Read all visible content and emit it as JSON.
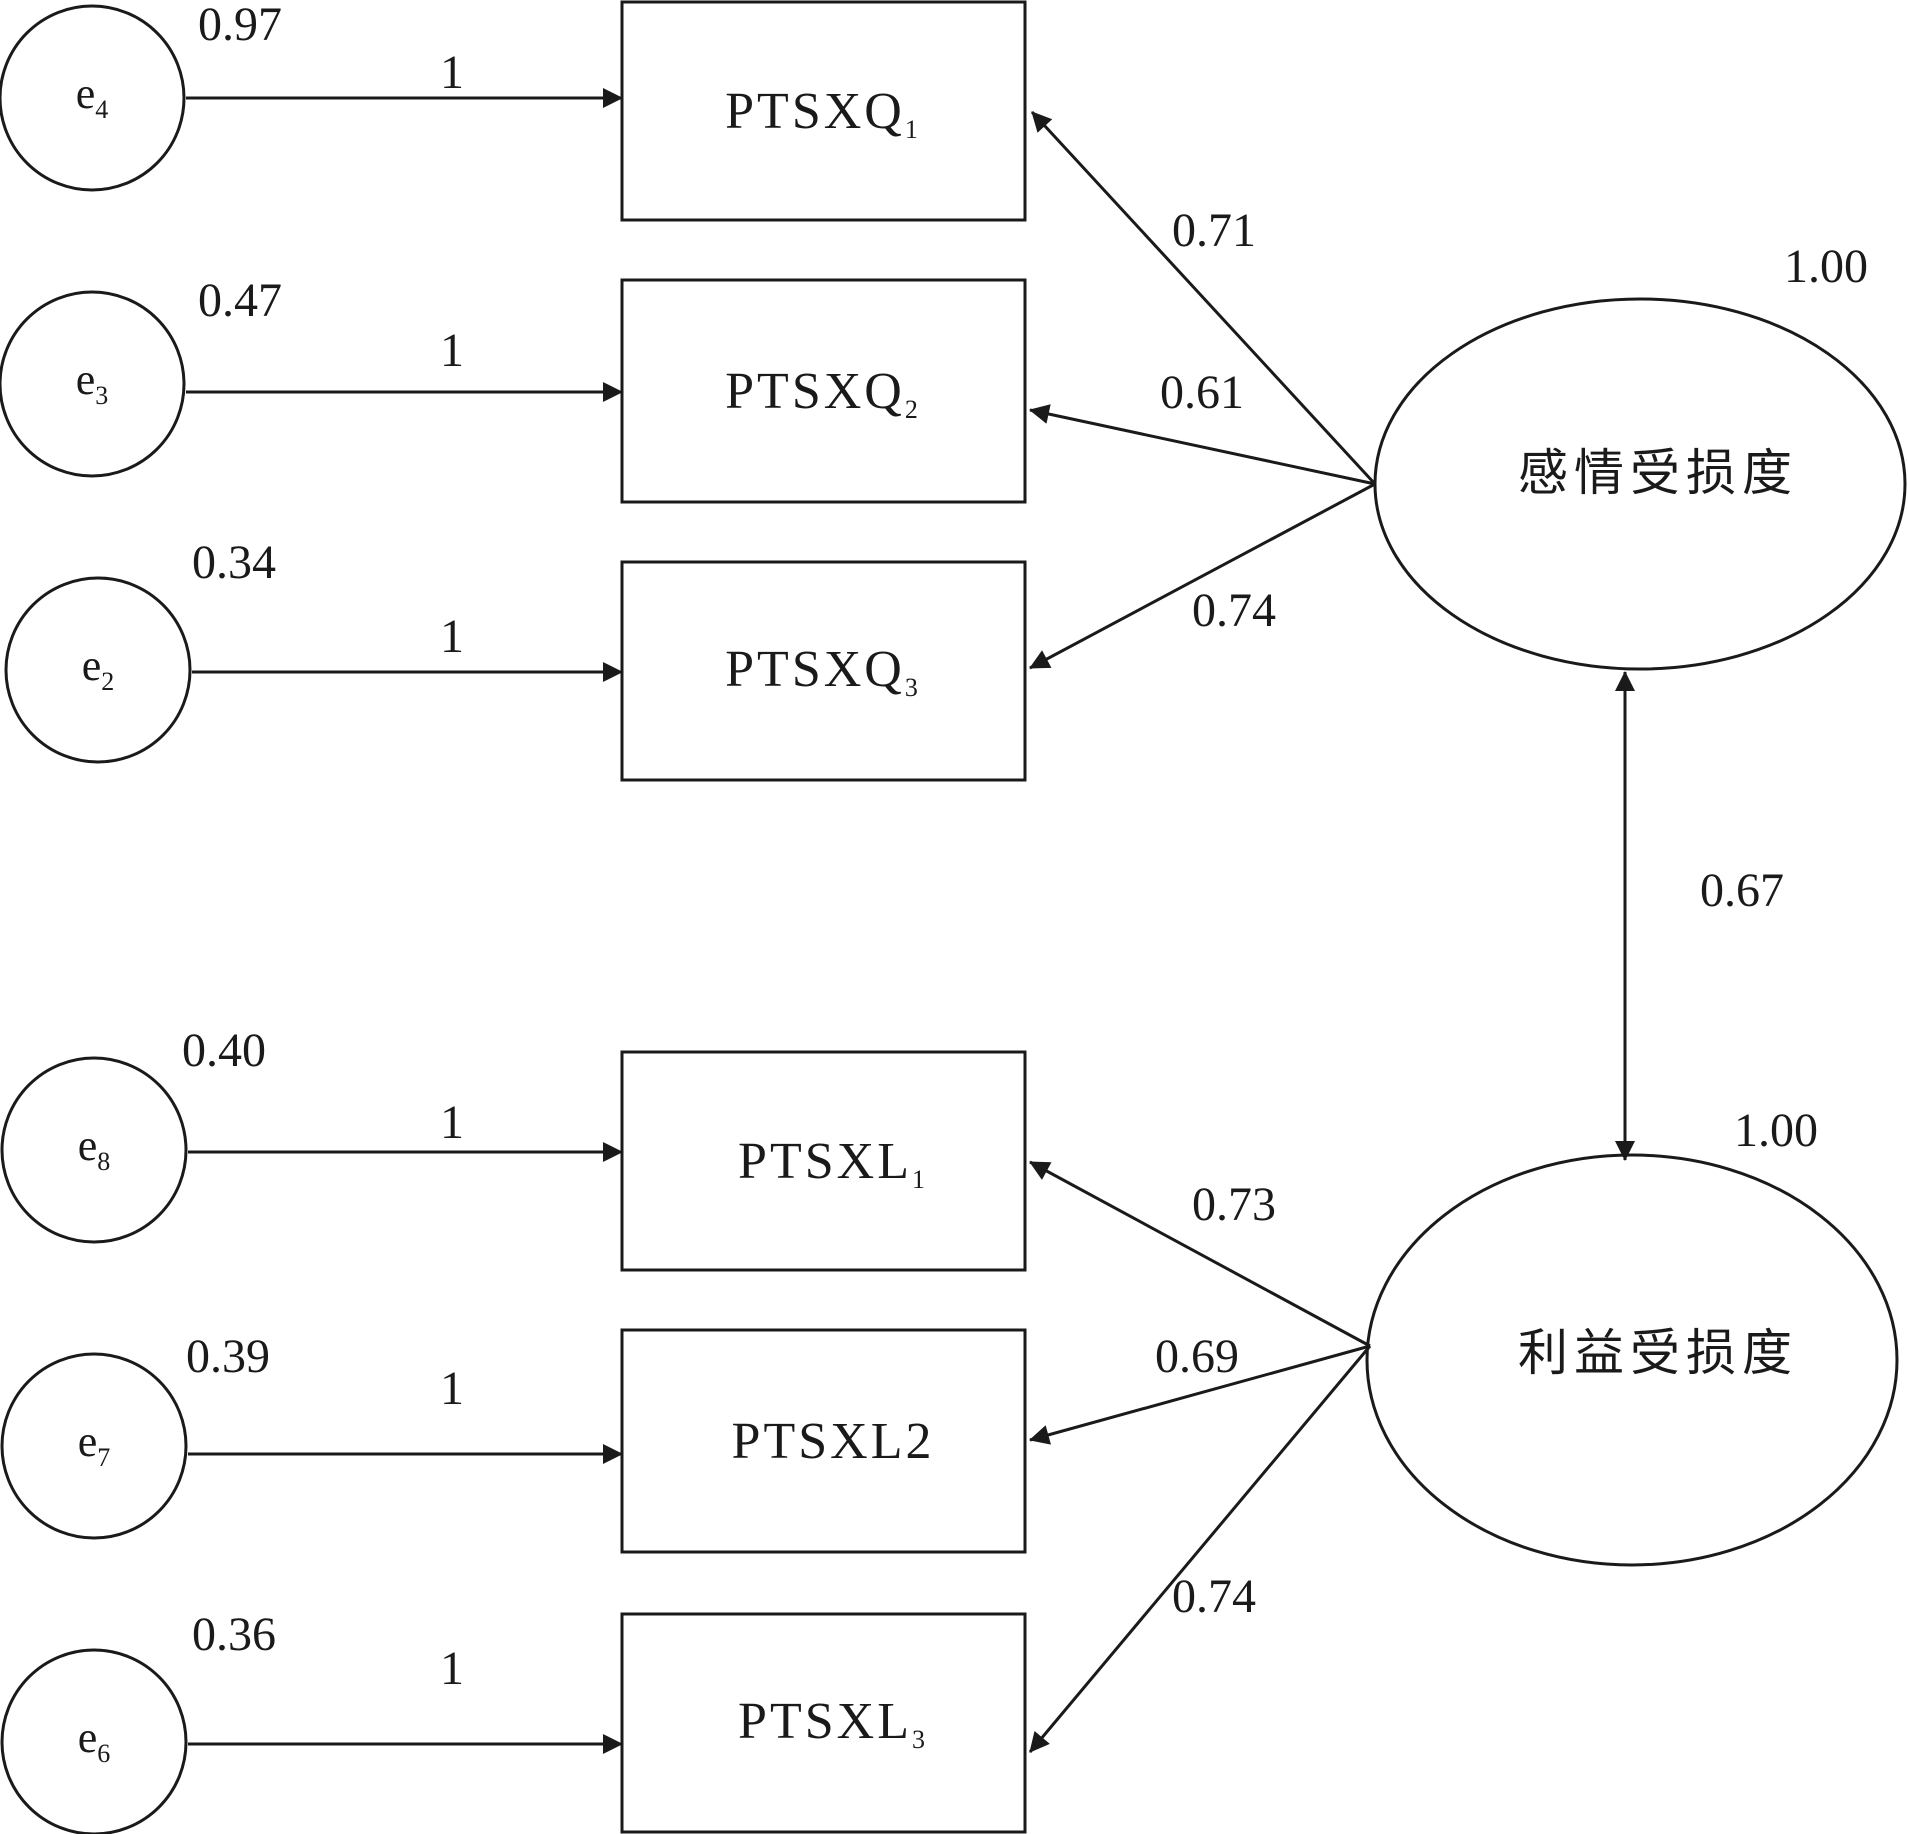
{
  "diagram": {
    "colors": {
      "stroke": "#1a1a1a",
      "background": "#ffffff"
    },
    "latents": [
      {
        "id": "affective",
        "label": "感情受损度",
        "variance": "1.00"
      },
      {
        "id": "interest",
        "label": "利益受损度",
        "variance": "1.00"
      }
    ],
    "correlation": "0.67",
    "indicators": [
      {
        "id": "q1",
        "base": "PTSXQ",
        "sub": "1",
        "error_base": "e",
        "error_sub": "4",
        "error_variance": "0.97",
        "path_label": "1",
        "loading": "0.71",
        "latent": "affective"
      },
      {
        "id": "q2",
        "base": "PTSXQ",
        "sub": "2",
        "error_base": "e",
        "error_sub": "3",
        "error_variance": "0.47",
        "path_label": "1",
        "loading": "0.61",
        "latent": "affective"
      },
      {
        "id": "q3",
        "base": "PTSXQ",
        "sub": "3",
        "error_base": "e",
        "error_sub": "2",
        "error_variance": "0.34",
        "path_label": "1",
        "loading": "0.74",
        "latent": "affective"
      },
      {
        "id": "l1",
        "base": "PTSXL",
        "sub": "1",
        "error_base": "e",
        "error_sub": "8",
        "error_variance": "0.40",
        "path_label": "1",
        "loading": "0.73",
        "latent": "interest"
      },
      {
        "id": "l2",
        "base": "PTSXL2",
        "sub": "",
        "error_base": "e",
        "error_sub": "7",
        "error_variance": "0.39",
        "path_label": "1",
        "loading": "0.69",
        "latent": "interest"
      },
      {
        "id": "l3",
        "base": "PTSXL",
        "sub": "3",
        "error_base": "e",
        "error_sub": "6",
        "error_variance": "0.36",
        "path_label": "1",
        "loading": "0.74",
        "latent": "interest"
      }
    ]
  }
}
